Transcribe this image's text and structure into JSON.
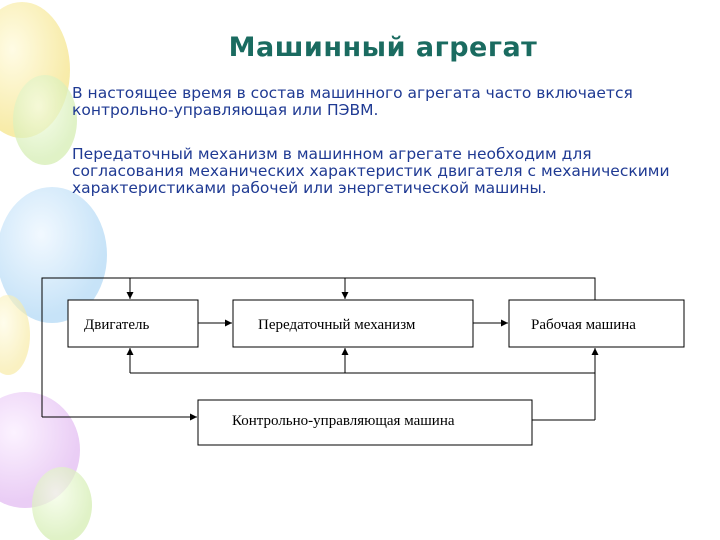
{
  "slide": {
    "title": "Машинный агрегат",
    "paragraphs": [
      "В настоящее время в состав машинного агрегата часто включается контрольно-управляющая или ПЭВМ.",
      "Передаточный механизм в машинном агрегате необходим для согласования механических характеристик двигателя с механическими характеристиками рабочей или энергетической машины."
    ]
  },
  "diagram": {
    "boxes": {
      "engine": "Двигатель",
      "transmission": "Передаточный механизм",
      "working_machine": "Рабочая машина",
      "controller": "Контрольно-управляющая машина"
    }
  },
  "colors": {
    "title": "#1a6b60",
    "text": "#1f3a93",
    "lines": "#000000"
  }
}
